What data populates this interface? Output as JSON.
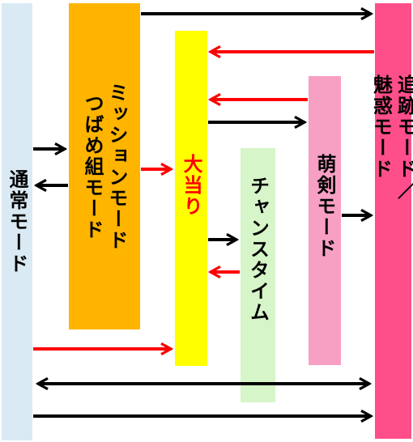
{
  "colors": {
    "normal": "#daeaf4",
    "mission": "#ffb400",
    "jackpot": "#ffff00",
    "chance": "#d6f5c8",
    "moekan": "#f7a0c4",
    "pursuit": "#ff4f8a",
    "jackpot_text": "#ff0000",
    "arrow_black": "#000000",
    "arrow_red": "#ff0000"
  },
  "nodes": {
    "normal": {
      "label": "通常モード"
    },
    "mission": {
      "line1": "ミッションモード",
      "line2": "つばめ組モード"
    },
    "jackpot": {
      "label": "大当り"
    },
    "chance": {
      "label": "チャンスタイム"
    },
    "moekan": {
      "label": "萌剣モード"
    },
    "pursuit": {
      "line1": "追跡モード／",
      "line2": "魅惑モード"
    }
  }
}
